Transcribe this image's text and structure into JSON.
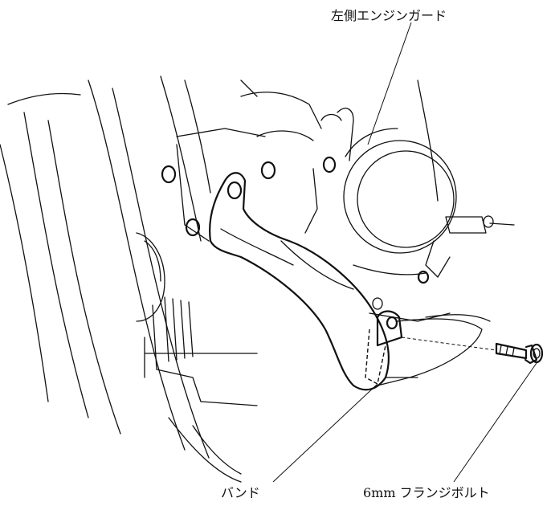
{
  "labels": {
    "engine_guard": "左側エンジンガード",
    "band": "バンド",
    "flange_bolt": "6mm フランジボルト"
  },
  "colors": {
    "line": "#111111",
    "background": "#ffffff"
  }
}
